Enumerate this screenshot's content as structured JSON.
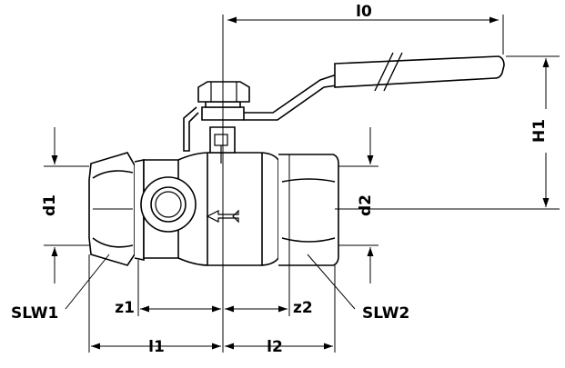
{
  "labels": {
    "l0": "l0",
    "h1": "H1",
    "d1": "d1",
    "d2": "d2",
    "z1": "z1",
    "z2": "z2",
    "slw1": "SLW1",
    "slw2": "SLW2",
    "l1": "l1",
    "l2": "l2"
  },
  "colors": {
    "line": "#000000",
    "background": "#ffffff"
  }
}
